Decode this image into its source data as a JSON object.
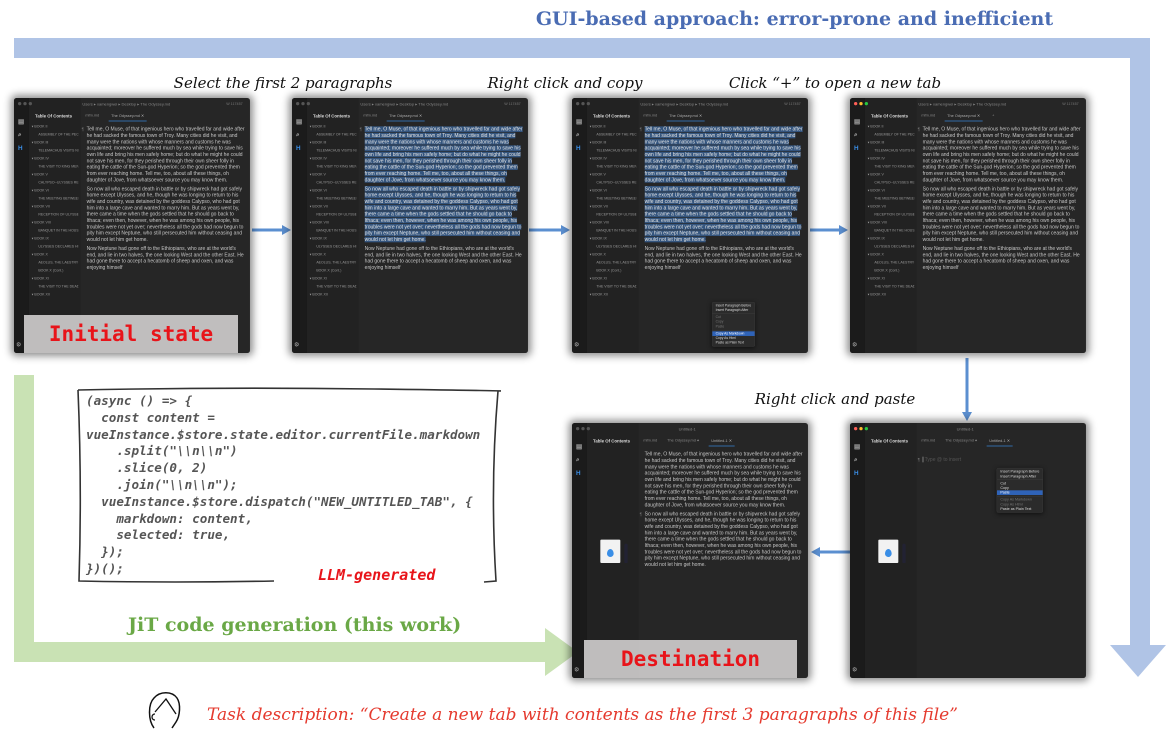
{
  "title": "GUI-based approach: error-prone and inefficient",
  "captions": {
    "step1": "Select the first 2 paragraphs",
    "step2": "Right click and copy",
    "step3": "Click “+” to open a new tab",
    "step4": "Right click and paste"
  },
  "labels": {
    "initial": "Initial state",
    "destination": "Destination",
    "llm": "LLM-generated",
    "jit": "JiT code generation (this work)",
    "task": "Task description: “Create a new tab with contents as the first 3 paragraphs of this file”"
  },
  "code_lines": [
    "(async () => {",
    "  const content =",
    "vueInstance.$store.state.editor.currentFile.markdown",
    "    .split(\"\\\\n\\\\n\")",
    "    .slice(0, 2)",
    "    .join(\"\\\\n\\\\n\");",
    "  vueInstance.$store.dispatch(\"NEW_UNTITLED_TAB\", {",
    "    markdown: content,",
    "    selected: true,",
    "  });",
    "})();"
  ],
  "app": {
    "toc_title": "Table Of Contents",
    "breadcrumb": "Users ▸ xamengwei ▸ Desktop ▸ The Odyssey.md",
    "word_count": "W 117457",
    "untitled_title": "Untitled-1",
    "placeholder": "Type @ to insert",
    "toc": [
      {
        "t": "BOOK II",
        "book": true
      },
      {
        "t": "ASSEMBLY OF THE PEOPLE"
      },
      {
        "t": "BOOK III",
        "book": true
      },
      {
        "t": "TELEMACHUS VISITS NESTOR"
      },
      {
        "t": "BOOK IV",
        "book": true
      },
      {
        "t": "THE VISIT TO KING MENELAUS"
      },
      {
        "t": "BOOK V",
        "book": true
      },
      {
        "t": "CALYPSO--ULYSSES REACHES"
      },
      {
        "t": "BOOK VI",
        "book": true
      },
      {
        "t": "THE MEETING BETWEEN"
      },
      {
        "t": "BOOK VII",
        "book": true
      },
      {
        "t": "RECEPTION OF ULYSSES"
      },
      {
        "t": "BOOK VIII",
        "book": true
      },
      {
        "t": "BANQUET IN THE HOUSE"
      },
      {
        "t": "BOOK IX",
        "book": true
      },
      {
        "t": "ULYSSES DECLARES HIMSELF"
      },
      {
        "t": "BOOK X",
        "book": true
      },
      {
        "t": "AEOLUS, THE LAESTRYGONES"
      },
      {
        "t": "BOOK X (Cont.)"
      },
      {
        "t": "BOOK XI",
        "book": true
      },
      {
        "t": "THE VISIT TO THE DEAD"
      },
      {
        "t": "BOOK XII",
        "book": true
      }
    ],
    "paragraphs": [
      "Tell me, O Muse, of that ingenious hero who travelled far and wide after he had sacked the famous town of Troy. Many cities did he visit, and many were the nations with whose manners and customs he was acquainted; moreover he suffered much by sea while trying to save his own life and bring his men safely home; but do what he might he could not save his men, for they perished through their own sheer folly in eating the cattle of the Sun-god Hyperion; so the god prevented them from ever reaching home. Tell me, too, about all these things, oh daughter of Jove, from whatsoever source you may know them.",
      "So now all who escaped death in battle or by shipwreck had got safely home except Ulysses, and he, though he was longing to return to his wife and country, was detained by the goddess Calypso, who had got him into a large cave and wanted to marry him. But as years went by, there came a time when the gods settled that he should go back to Ithaca; even then, however, when he was among his own people, his troubles were not yet over; nevertheless all the gods had now begun to pity him except Neptune, who still persecuted him without ceasing and would not let him get home.",
      "Now Neptune had gone off to the Ethiopians, who are at the world's end, and lie in two halves, the one looking West and the other East. He had gone there to accept a hecatomb of sheep and oxen, and was enjoying himself"
    ],
    "copy_menu": [
      {
        "t": "Insert Paragraph Before"
      },
      {
        "t": "Insert Paragraph After"
      },
      {
        "sep": true
      },
      {
        "t": "Cut",
        "dis": true
      },
      {
        "t": "Copy",
        "dis": true
      },
      {
        "t": "Paste",
        "dis": true
      },
      {
        "sep": true
      },
      {
        "t": "Copy As Markdown",
        "hl": true
      },
      {
        "t": "Copy As Html"
      },
      {
        "t": "Paste as Plain Text"
      }
    ],
    "paste_menu": [
      {
        "t": "Insert Paragraph Before"
      },
      {
        "t": "Insert Paragraph After"
      },
      {
        "sep": true
      },
      {
        "t": "Cut"
      },
      {
        "t": "Copy"
      },
      {
        "t": "Paste",
        "hl": true
      },
      {
        "sep": true
      },
      {
        "t": "Copy As Markdown",
        "dis": true
      },
      {
        "t": "Copy As Html",
        "dis": true
      },
      {
        "t": "Paste as Plain Text"
      }
    ]
  },
  "screens": [
    {
      "id": "initial",
      "tabs": [
        "mfm.md",
        "The Odyssey.md ✕"
      ],
      "active": 1,
      "paras": [
        0,
        1,
        2
      ],
      "sel": false,
      "menu": null,
      "toc": true,
      "crumb": true,
      "color_dots": false
    },
    {
      "id": "selected",
      "tabs": [
        "mfm.md",
        "The Odyssey.md ✕"
      ],
      "active": 1,
      "paras": [
        0,
        1,
        2
      ],
      "sel": true,
      "menu": null,
      "toc": true,
      "crumb": true,
      "color_dots": false
    },
    {
      "id": "copy",
      "tabs": [
        "mfm.md",
        "The Odyssey.md ✕"
      ],
      "active": 1,
      "paras": [
        0,
        1,
        2
      ],
      "sel": true,
      "menu": "copy_menu",
      "toc": true,
      "crumb": true,
      "color_dots": false
    },
    {
      "id": "new-tab",
      "tabs": [
        "mfm.md",
        "The Odyssey.md ✕",
        "+"
      ],
      "active": 1,
      "paras": [
        0,
        1,
        2
      ],
      "sel": false,
      "menu": null,
      "toc": true,
      "crumb": true,
      "color_dots": true
    },
    {
      "id": "destination",
      "tabs": [
        "mfm.md",
        "The Odyssey.md ●",
        "Untitled-1 ✕"
      ],
      "active": 2,
      "paras": [
        0,
        1
      ],
      "sel": false,
      "menu": null,
      "toc": false,
      "crumb": false,
      "color_dots": false
    },
    {
      "id": "paste",
      "tabs": [
        "mfm.md",
        "The Odyssey.md ●",
        "Untitled-1 ✕"
      ],
      "active": 2,
      "paras": [],
      "sel": false,
      "menu": "paste_menu",
      "toc": false,
      "crumb": false,
      "color_dots": true
    }
  ],
  "colors": {
    "gui_band": "#b0c4e6",
    "jit_band": "#c9e2b4",
    "arrow": "#5b8fd0",
    "accent": "#3a8ee6"
  }
}
